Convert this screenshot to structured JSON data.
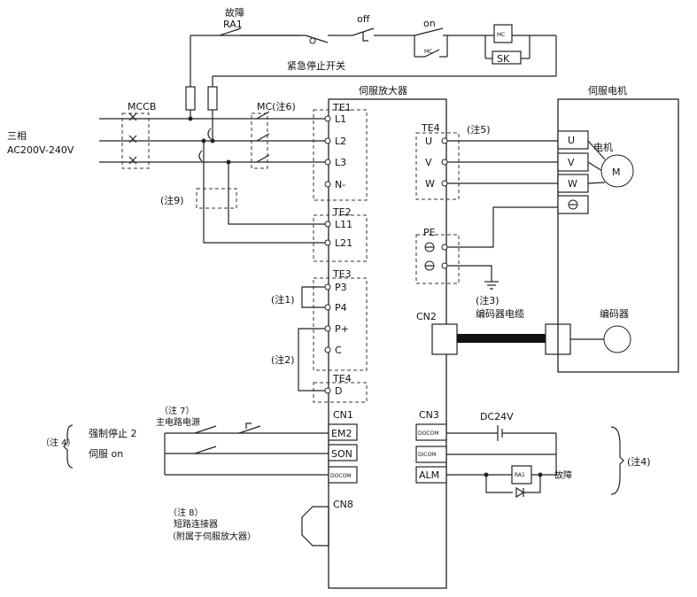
{
  "labels": {
    "fault_top": "故障",
    "ra1_top": "RA1",
    "off": "off",
    "on": "on",
    "mc_coil": "MC",
    "mc_contact": "MC",
    "sk": "SK",
    "emergency_stop_switch": "紧急停止开关",
    "servo_amplifier": "伺服放大器",
    "servo_motor": "伺服电机",
    "three_phase": "三相",
    "voltage": "AC200V-240V",
    "mccb": "MCCB",
    "mc_note6": "MC(注6)",
    "note9": "(注9)",
    "note5": "(注5)",
    "note1": "(注1)",
    "note2": "(注2)",
    "note3": "(注3)",
    "encoder_cable": "编码器电缆",
    "encoder": "编码器",
    "motor": "电机",
    "motor_m": "M",
    "note7": "（注 7）",
    "main_power": "主电路电源",
    "note4_left": "（注 4）",
    "forced_stop": "强制停止 2",
    "servo_on": "伺服 on",
    "note8": "（注 8）",
    "short_connector": "短路连接器",
    "attached": "（附属于伺服放大器）",
    "dc24v": "DC24V",
    "fault_right": "故障",
    "note4_right": "(注4)",
    "ra1_small": "RA1"
  },
  "blocks": {
    "te1": {
      "name": "TE1",
      "pins": [
        "L1",
        "L2",
        "L3",
        "N-"
      ]
    },
    "te2": {
      "name": "TE2",
      "pins": [
        "L11",
        "L21"
      ]
    },
    "te3": {
      "name": "TE3",
      "pins": [
        "P3",
        "P4",
        "P+",
        "C"
      ]
    },
    "te4_d": {
      "name": "TE4",
      "pins": [
        "D"
      ]
    },
    "te4_out": {
      "name": "TE4",
      "pins": [
        "U",
        "V",
        "W"
      ]
    },
    "pe": {
      "name": "PE"
    },
    "cn1": {
      "name": "CN1",
      "pins": [
        "EM2",
        "SON",
        "DOCOM"
      ]
    },
    "cn2": {
      "name": "CN2"
    },
    "cn3": {
      "name": "CN3",
      "pins": [
        "DOCOM",
        "DICOM",
        "ALM"
      ]
    },
    "cn8": {
      "name": "CN8"
    },
    "motor_terms": [
      "U",
      "V",
      "W"
    ]
  }
}
